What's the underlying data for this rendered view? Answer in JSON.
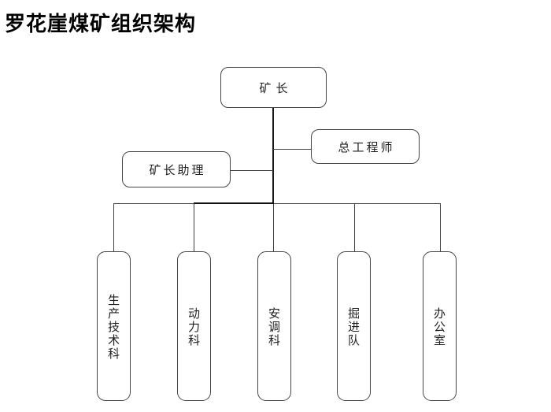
{
  "page": {
    "title": "罗花崖煤矿组织架构"
  },
  "org": {
    "root": {
      "label": "矿长"
    },
    "advisors": [
      {
        "id": "chief-engineer",
        "label": "总工程师",
        "side": "right"
      },
      {
        "id": "director-assistant",
        "label": "矿长助理",
        "side": "left"
      }
    ],
    "departments": [
      {
        "label": "生产技术科"
      },
      {
        "label": "动力科"
      },
      {
        "label": "安调科"
      },
      {
        "label": "掘进队"
      },
      {
        "label": "办公室"
      }
    ],
    "colors": {
      "box_border": "#454545",
      "connector": "#404040",
      "trunk": "#1a1a1a",
      "text": "#1f1f1f",
      "title_text": "#000000",
      "background": "#ffffff"
    }
  }
}
